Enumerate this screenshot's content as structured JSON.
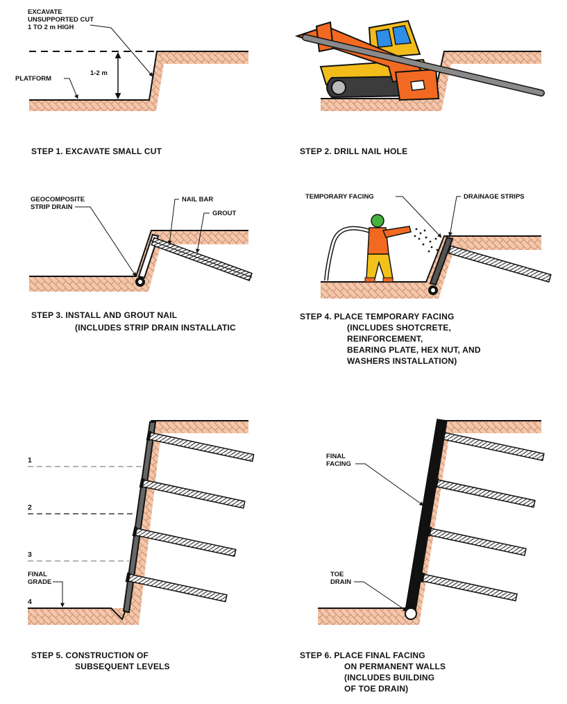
{
  "colors": {
    "soil": "#f5c6a8",
    "soil_hatch": "#b9816a",
    "drill_orange": "#f26a22",
    "drill_yellow": "#f2bc1b",
    "cab_blue": "#2f8ee8",
    "worker_orange": "#f26a22",
    "worker_yellow": "#f2c21b",
    "helmet_green": "#46b23d",
    "line": "#111111"
  },
  "step1": {
    "label_excavate": [
      "EXCAVATE",
      "UNSUPPORTED CUT",
      "1 TO 2 m HIGH"
    ],
    "label_platform": "PLATFORM",
    "label_height": "1-2 m",
    "caption": [
      "STEP 1.  EXCAVATE SMALL CUT"
    ]
  },
  "step2": {
    "caption": [
      "STEP 2.  DRILL NAIL HOLE"
    ]
  },
  "step3": {
    "label_drain": [
      "GEOCOMPOSITE",
      "STRIP DRAIN"
    ],
    "label_nail_bar": "NAIL BAR",
    "label_grout": "GROUT",
    "caption": [
      "STEP 3.  INSTALL AND GROUT NAIL",
      "(INCLUDES STRIP DRAIN INSTALLATIC"
    ]
  },
  "step4": {
    "label_facing": "TEMPORARY FACING",
    "label_strips": "DRAINAGE STRIPS",
    "caption": [
      "STEP 4.  PLACE TEMPORARY FACING",
      "(INCLUDES SHOTCRETE,",
      "REINFORCEMENT,",
      "BEARING PLATE, HEX NUT, AND",
      "WASHERS INSTALLATION)"
    ]
  },
  "step5": {
    "levels": [
      "1",
      "2",
      "3",
      "4"
    ],
    "label_grade": [
      "FINAL",
      "GRADE"
    ],
    "caption": [
      "STEP 5.  CONSTRUCTION OF",
      "SUBSEQUENT LEVELS"
    ]
  },
  "step6": {
    "label_facing": [
      "FINAL",
      "FACING"
    ],
    "label_toe": [
      "TOE",
      "DRAIN"
    ],
    "caption": [
      "STEP 6.  PLACE FINAL FACING",
      "ON PERMANENT WALLS",
      "(INCLUDES BUILDING",
      "OF TOE DRAIN)"
    ]
  }
}
